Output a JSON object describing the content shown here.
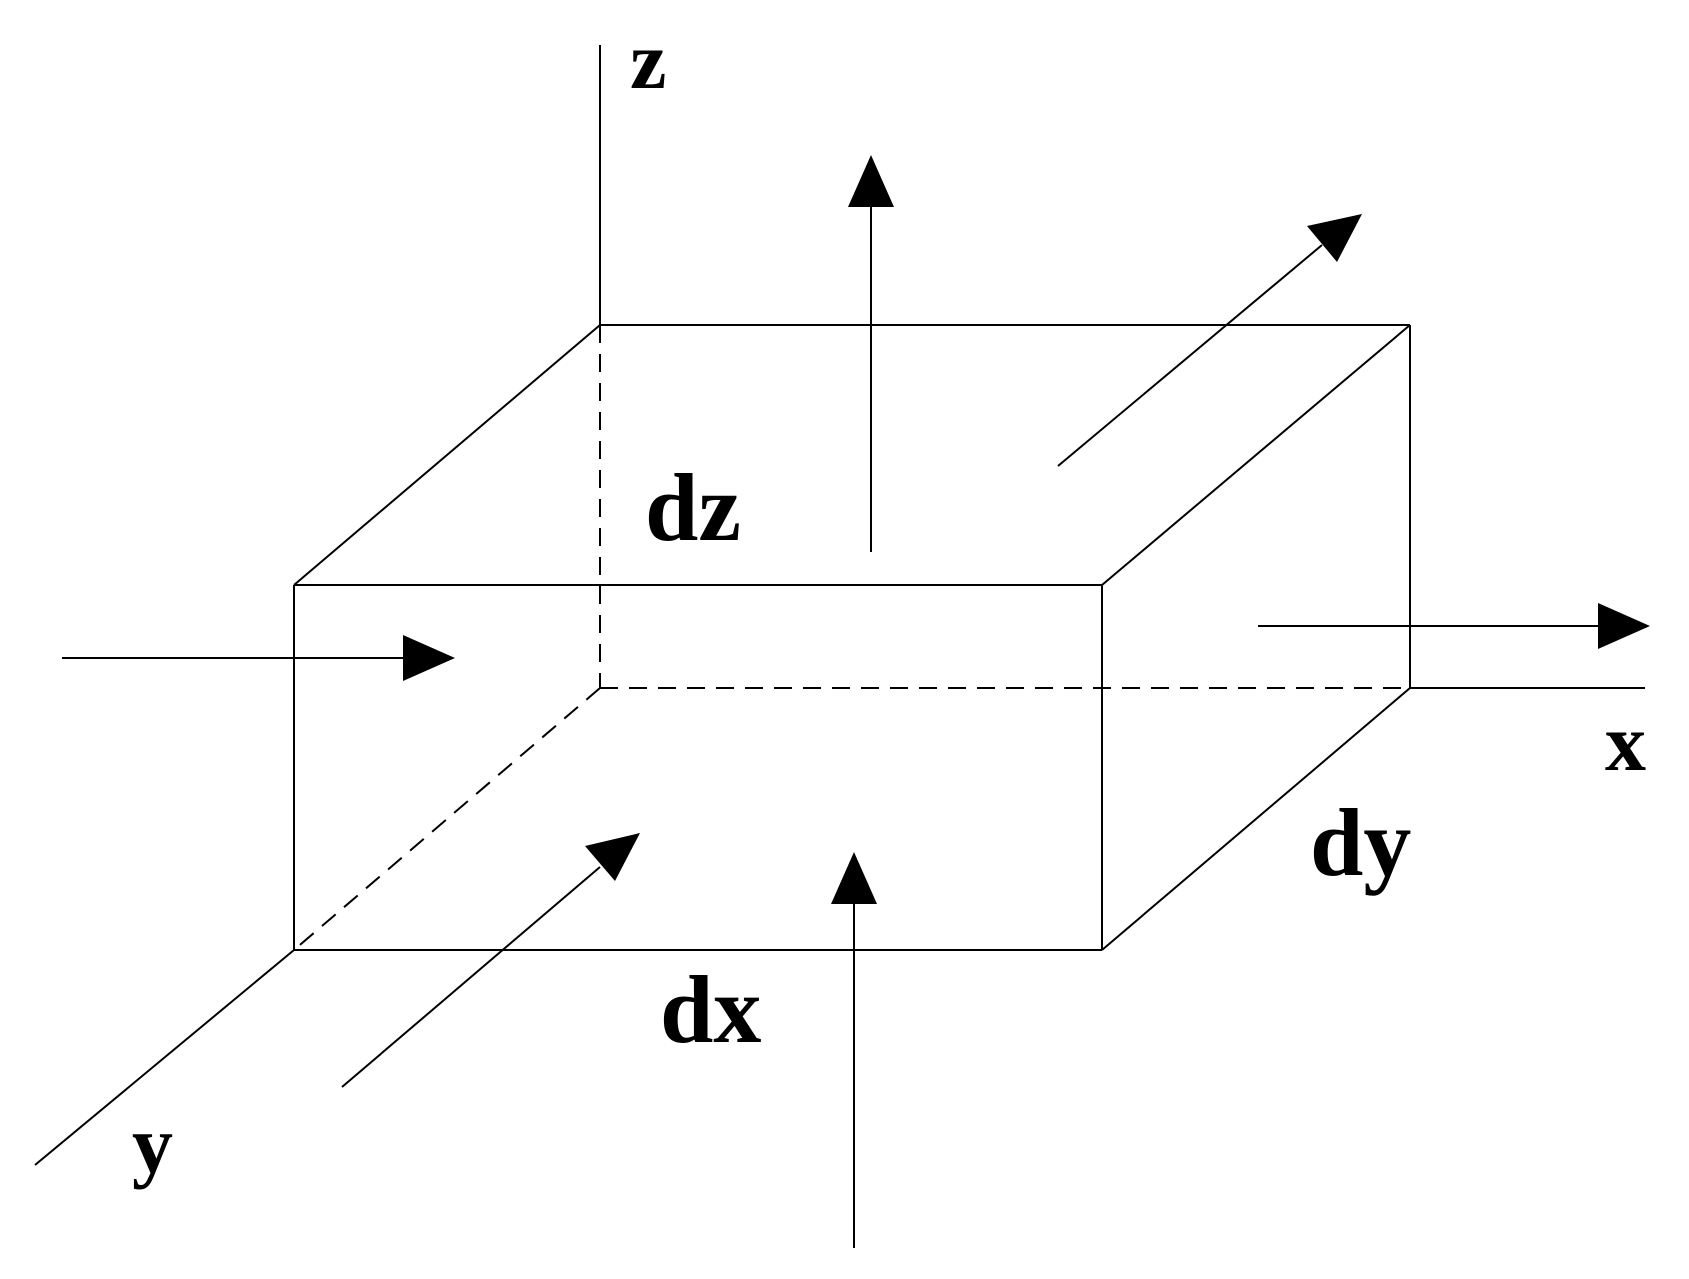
{
  "axes": {
    "x_label": "x",
    "y_label": "y",
    "z_label": "z"
  },
  "dimensions": {
    "dx_label": "dx",
    "dy_label": "dy",
    "dz_label": "dz"
  },
  "colors": {
    "stroke": "#000000",
    "background": "#ffffff"
  }
}
